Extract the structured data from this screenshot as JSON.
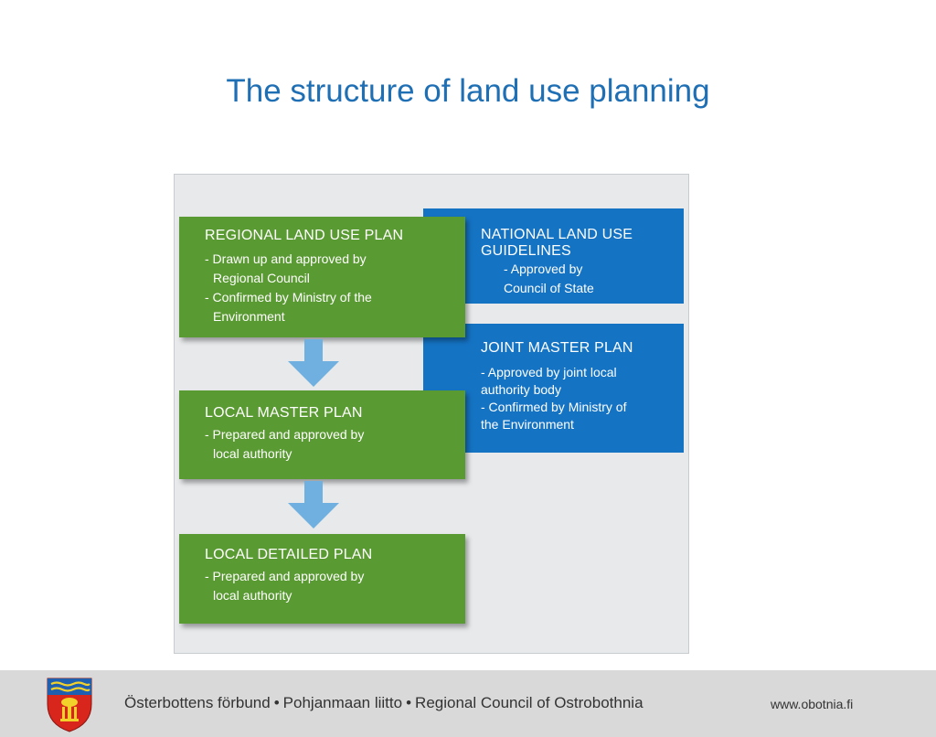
{
  "title": "The structure of land use planning",
  "boxes": {
    "regional": {
      "title": "REGIONAL LAND USE PLAN",
      "lines": [
        "- Drawn up and approved by",
        "  Regional Council",
        "- Confirmed by Ministry of the",
        "  Environment"
      ]
    },
    "local_master": {
      "title": "LOCAL MASTER PLAN",
      "lines": [
        "- Prepared and approved by",
        "  local authority"
      ]
    },
    "local_detailed": {
      "title": "LOCAL DETAILED PLAN",
      "lines": [
        "- Prepared and approved by",
        "  local authority"
      ]
    },
    "national": {
      "title_line1": "NATIONAL LAND USE",
      "title_line2": "GUIDELINES",
      "lines": [
        "- Approved by",
        "Council of State"
      ]
    },
    "joint": {
      "title": "JOINT MASTER PLAN",
      "lines": [
        "- Approved by joint local",
        "authority body",
        "- Confirmed by Ministry of",
        "the Environment"
      ]
    }
  },
  "footer": {
    "org_sv": "Österbottens förbund",
    "org_fi": "Pohjanmaan liitto",
    "org_en": "Regional Council of Ostrobothnia",
    "separator": "•",
    "url": "www.obotnia.fi"
  },
  "colors": {
    "title": "#1f6fb5",
    "green_box": "#5a9a32",
    "blue_box": "#1573c4",
    "arrow": "#6fb0e0",
    "footer_bg": "#d9d9d9"
  },
  "icons": {
    "arrows": "arrow-down-icon",
    "logo": "coat-of-arms-icon"
  }
}
